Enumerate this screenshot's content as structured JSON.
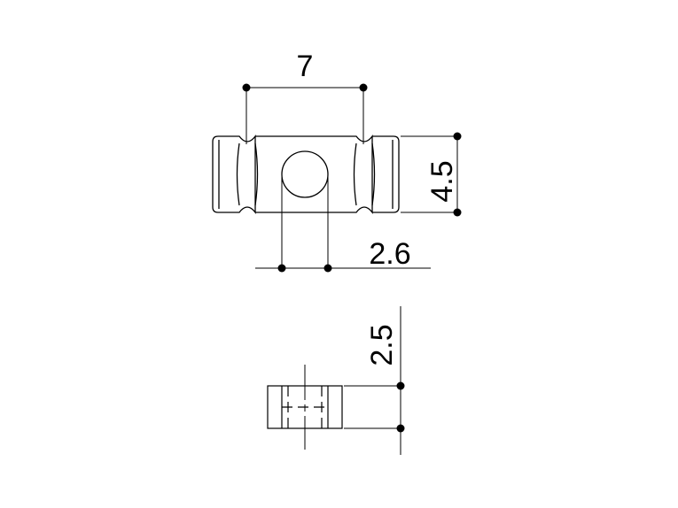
{
  "dimensions": {
    "width_label": "7",
    "height_label": "4.5",
    "hole_label": "2.6",
    "thickness_label": "2.5"
  },
  "colors": {
    "line": "#000000",
    "background": "#ffffff"
  }
}
